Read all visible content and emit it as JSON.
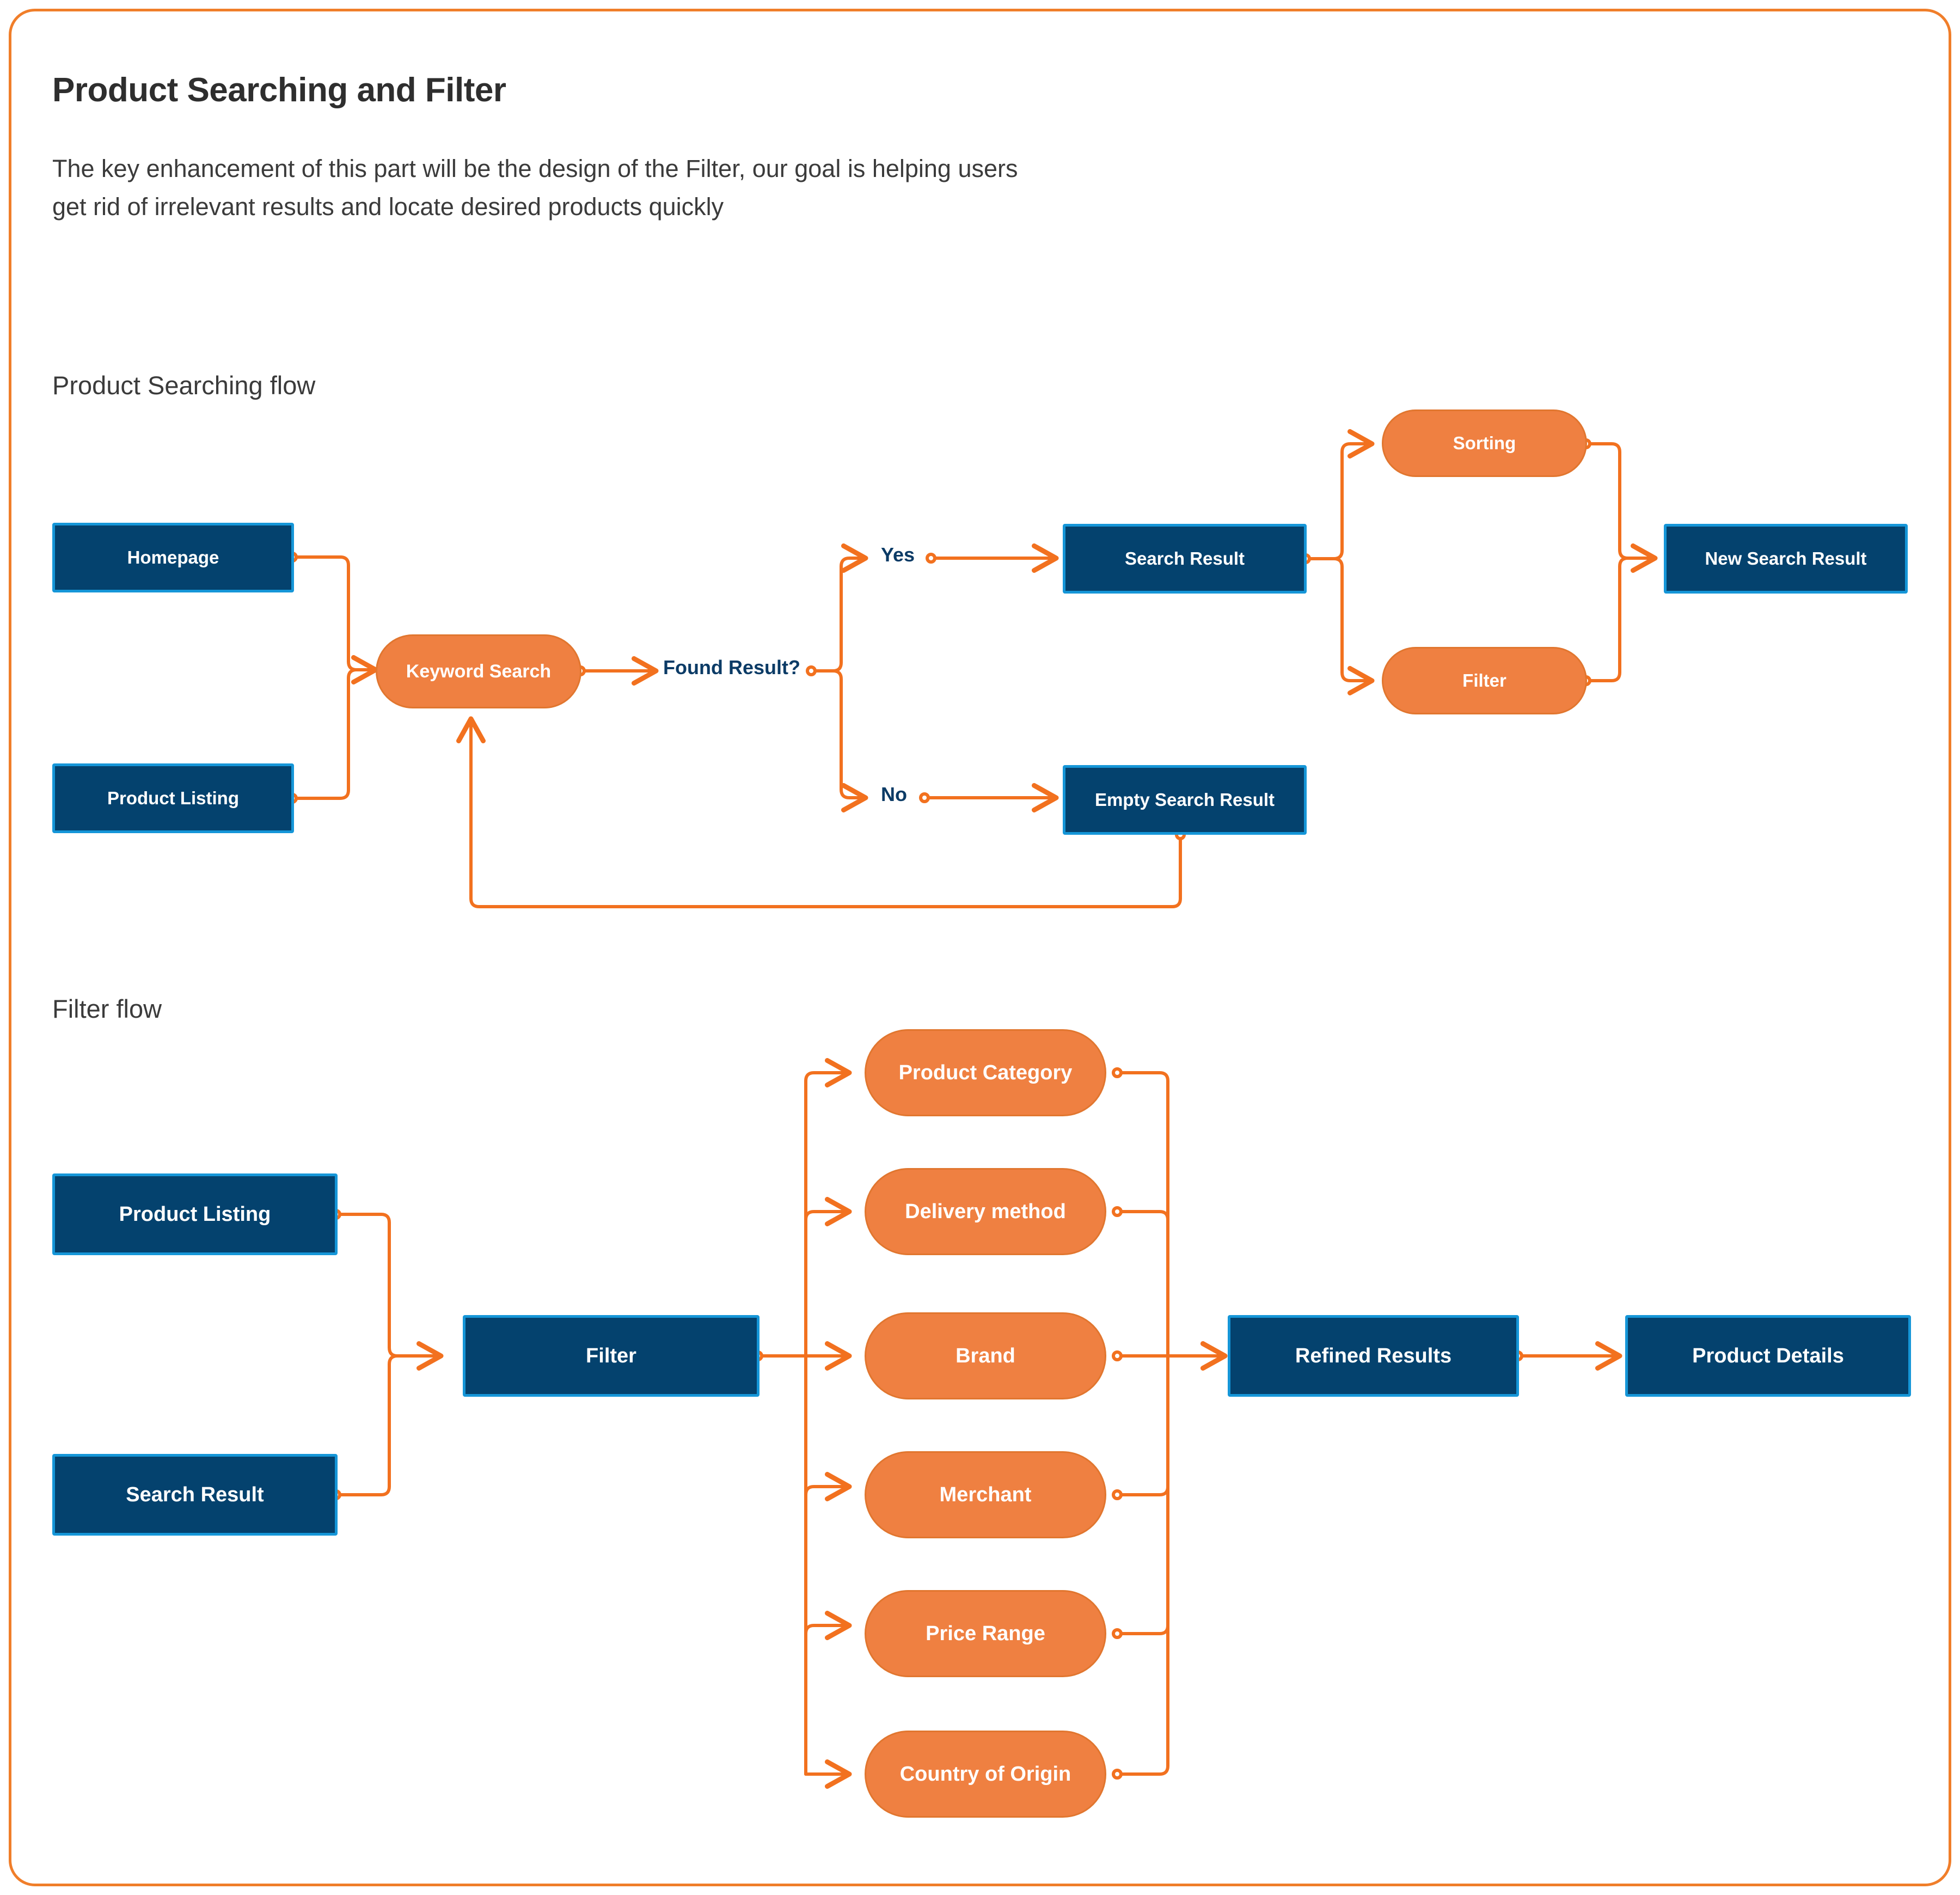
{
  "page": {
    "title": "Product Searching and Filter",
    "subtitle": "The key enhancement of this part will be the design of the Filter, our goal is helping users get rid of irrelevant results and locate desired products quickly",
    "accent_orange": "#f2711f",
    "node_navy": "#04426e",
    "node_navy_border": "#1596d8",
    "node_orange": "#ef8041",
    "label_navy": "#0b3b66"
  },
  "sections": [
    {
      "id": "searching-flow",
      "title": "Product Searching flow"
    },
    {
      "id": "filter-flow",
      "title": "Filter flow"
    }
  ],
  "searching_flow": {
    "nodes": [
      {
        "id": "homepage",
        "label": "Homepage",
        "shape": "rect"
      },
      {
        "id": "product-listing",
        "label": "Product Listing",
        "shape": "rect"
      },
      {
        "id": "keyword-search",
        "label": "Keyword Search",
        "shape": "pill"
      },
      {
        "id": "found-result",
        "label": "Found Result?",
        "shape": "text"
      },
      {
        "id": "yes",
        "label": "Yes",
        "shape": "text"
      },
      {
        "id": "no",
        "label": "No",
        "shape": "text"
      },
      {
        "id": "search-result",
        "label": "Search Result",
        "shape": "rect"
      },
      {
        "id": "empty-search-result",
        "label": "Empty Search Result",
        "shape": "rect"
      },
      {
        "id": "sorting",
        "label": "Sorting",
        "shape": "pill"
      },
      {
        "id": "filter",
        "label": "Filter",
        "shape": "pill"
      },
      {
        "id": "new-search-result",
        "label": "New Search Result",
        "shape": "rect"
      }
    ],
    "edges": [
      {
        "from": "homepage",
        "to": "keyword-search"
      },
      {
        "from": "product-listing",
        "to": "keyword-search"
      },
      {
        "from": "keyword-search",
        "to": "found-result"
      },
      {
        "from": "found-result",
        "to": "yes"
      },
      {
        "from": "found-result",
        "to": "no"
      },
      {
        "from": "yes",
        "to": "search-result"
      },
      {
        "from": "no",
        "to": "empty-search-result"
      },
      {
        "from": "search-result",
        "to": "sorting"
      },
      {
        "from": "search-result",
        "to": "filter"
      },
      {
        "from": "sorting",
        "to": "new-search-result"
      },
      {
        "from": "filter",
        "to": "new-search-result"
      },
      {
        "from": "empty-search-result",
        "to": "keyword-search"
      }
    ]
  },
  "filter_flow": {
    "nodes": [
      {
        "id": "product-listing-2",
        "label": "Product Listing",
        "shape": "rect"
      },
      {
        "id": "search-result-2",
        "label": "Search Result",
        "shape": "rect"
      },
      {
        "id": "filter-2",
        "label": "Filter",
        "shape": "rect"
      },
      {
        "id": "product-category",
        "label": "Product Category",
        "shape": "pill"
      },
      {
        "id": "delivery-method",
        "label": "Delivery method",
        "shape": "pill"
      },
      {
        "id": "brand",
        "label": "Brand",
        "shape": "pill"
      },
      {
        "id": "merchant",
        "label": "Merchant",
        "shape": "pill"
      },
      {
        "id": "price-range",
        "label": "Price Range",
        "shape": "pill"
      },
      {
        "id": "country-of-origin",
        "label": "Country of Origin",
        "shape": "pill"
      },
      {
        "id": "refined-results",
        "label": "Refined Results",
        "shape": "rect"
      },
      {
        "id": "product-details",
        "label": "Product Details",
        "shape": "rect"
      }
    ],
    "edges": [
      {
        "from": "product-listing-2",
        "to": "filter-2"
      },
      {
        "from": "search-result-2",
        "to": "filter-2"
      },
      {
        "from": "filter-2",
        "to": "product-category"
      },
      {
        "from": "filter-2",
        "to": "delivery-method"
      },
      {
        "from": "filter-2",
        "to": "brand"
      },
      {
        "from": "filter-2",
        "to": "merchant"
      },
      {
        "from": "filter-2",
        "to": "price-range"
      },
      {
        "from": "filter-2",
        "to": "country-of-origin"
      },
      {
        "from": "product-category",
        "to": "refined-results"
      },
      {
        "from": "delivery-method",
        "to": "refined-results"
      },
      {
        "from": "brand",
        "to": "refined-results"
      },
      {
        "from": "merchant",
        "to": "refined-results"
      },
      {
        "from": "price-range",
        "to": "refined-results"
      },
      {
        "from": "country-of-origin",
        "to": "refined-results"
      },
      {
        "from": "refined-results",
        "to": "product-details"
      }
    ]
  }
}
